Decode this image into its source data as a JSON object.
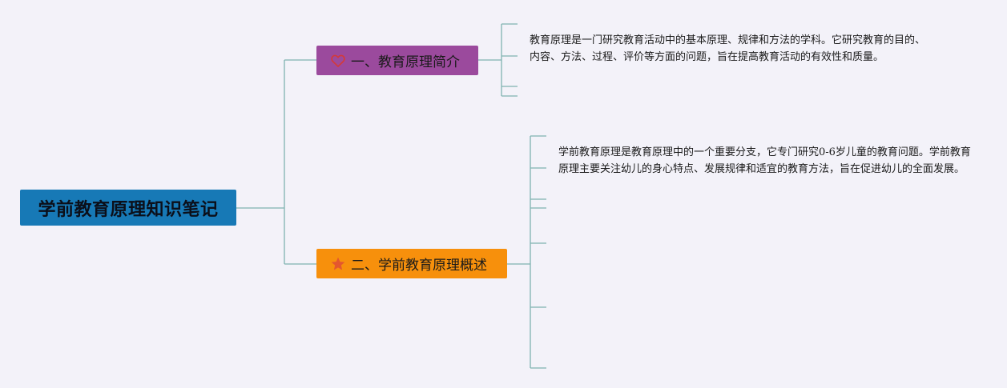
{
  "mindmap": {
    "root": {
      "label": "学前教育原理知识笔记",
      "color": "#1779b6"
    },
    "branches": [
      {
        "label": "一、教育原理简介",
        "icon": "heart-outline-icon",
        "color": "#9b4a9d",
        "icon_color": "#d33a3a",
        "note": "教育原理是一门研究教育活动中的基本原理、规律和方法的学科。它研究教育的目的、内容、方法、过程、评价等方面的问题，旨在提高教育活动的有效性和质量。"
      },
      {
        "label": "二、学前教育原理概述",
        "icon": "star-icon",
        "color": "#f7900c",
        "icon_color": "#e4572e",
        "note": "学前教育原理是教育原理中的一个重要分支，它专门研究0-6岁儿童的教育问题。学前教育原理主要关注幼儿的身心特点、发展规律和适宜的教育方法，旨在促进幼儿的全面发展。"
      }
    ],
    "connector_color": "#7fb3b0"
  }
}
